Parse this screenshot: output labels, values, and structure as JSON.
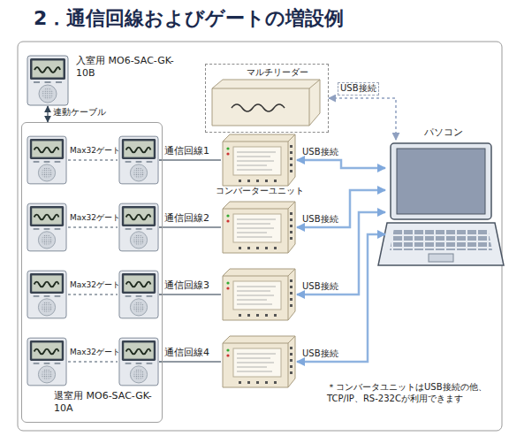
{
  "diagram": {
    "title": "2．通信回線およびゲートの増設例",
    "nodes": [
      {
        "text": [
          "入室用 MO6-SAC-GK-10B"
        ]
      },
      {
        "text": [
          "マルチリーダー"
        ]
      },
      {
        "text": [
          "退室用 MO6-SAC-GK-10A"
        ]
      },
      {
        "text": [
          "通信回線1",
          "コンバーターユニット"
        ]
      },
      {
        "text": [
          "通信回線2"
        ]
      },
      {
        "text": [
          "通信回線3"
        ]
      },
      {
        "text": [
          "通信回線4"
        ]
      },
      {
        "text": [
          "パソコン"
        ]
      }
    ],
    "edges": [
      {
        "from": 0,
        "to": 2,
        "label": "連動ケーブル",
        "arrow": "both"
      },
      {
        "from": 2,
        "to": 3,
        "arrow": "none"
      },
      {
        "from": 2,
        "to": 4,
        "arrow": "none"
      },
      {
        "from": 2,
        "to": 5,
        "arrow": "none"
      },
      {
        "from": 2,
        "to": 6,
        "arrow": "none"
      },
      {
        "from": 3,
        "to": 7,
        "label": "USB接続",
        "arrow": "both"
      },
      {
        "from": 4,
        "to": 7,
        "label": "USB接続",
        "arrow": "both"
      },
      {
        "from": 5,
        "to": 7,
        "label": "USB接続",
        "arrow": "both"
      },
      {
        "from": 6,
        "to": 7,
        "label": "USB接続",
        "arrow": "both"
      },
      {
        "from": 1,
        "to": 7,
        "label": "USB接続",
        "arrow": "both"
      }
    ],
    "labels": [
      "Max32ゲート",
      "Max32ゲート",
      "Max32ゲート",
      "Max32ゲート",
      "＊コンバータユニットはUSB接続の他、 TCP/IP、RS-232Cが利用できます"
    ]
  }
}
